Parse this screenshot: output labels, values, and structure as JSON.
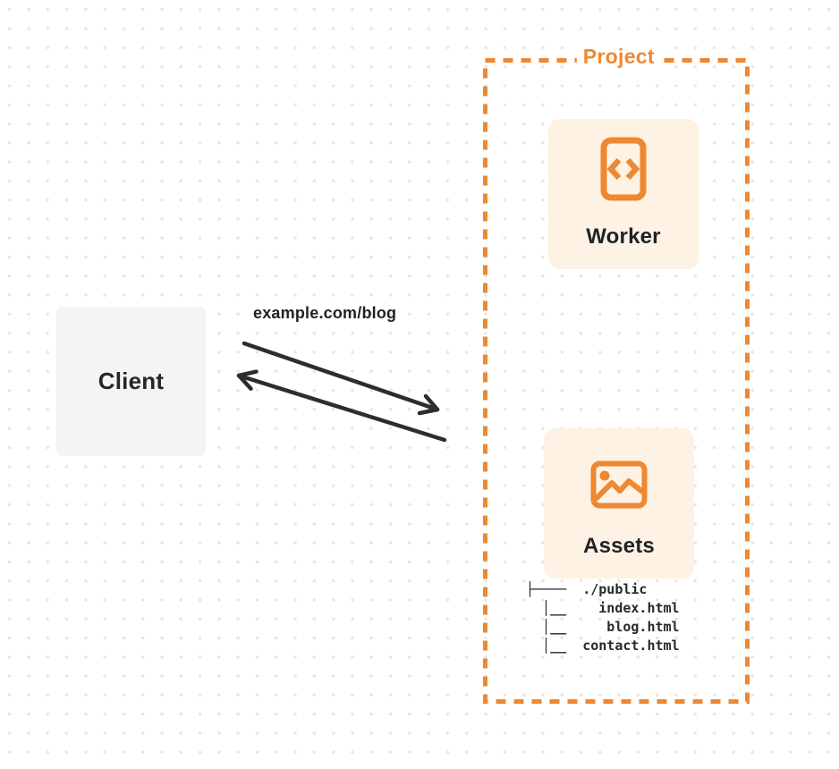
{
  "diagram": {
    "client": {
      "label": "Client"
    },
    "request": {
      "label": "example.com/blog"
    },
    "project": {
      "label": "Project",
      "worker": {
        "label": "Worker",
        "icon": "code-file-icon"
      },
      "assets": {
        "label": "Assets",
        "icon": "image-icon"
      },
      "file_tree": "├────  ./public\n  │__    index.html\n  │__     blog.html\n  │__  contact.html"
    },
    "colors": {
      "accent_orange": "#EE8833",
      "card_cream": "#FDF2E3",
      "client_gray": "#F4F4F5",
      "text_dark": "#24262B",
      "arrow_dark": "#2B2D31",
      "dot_grid": "#E5E5E8"
    }
  }
}
